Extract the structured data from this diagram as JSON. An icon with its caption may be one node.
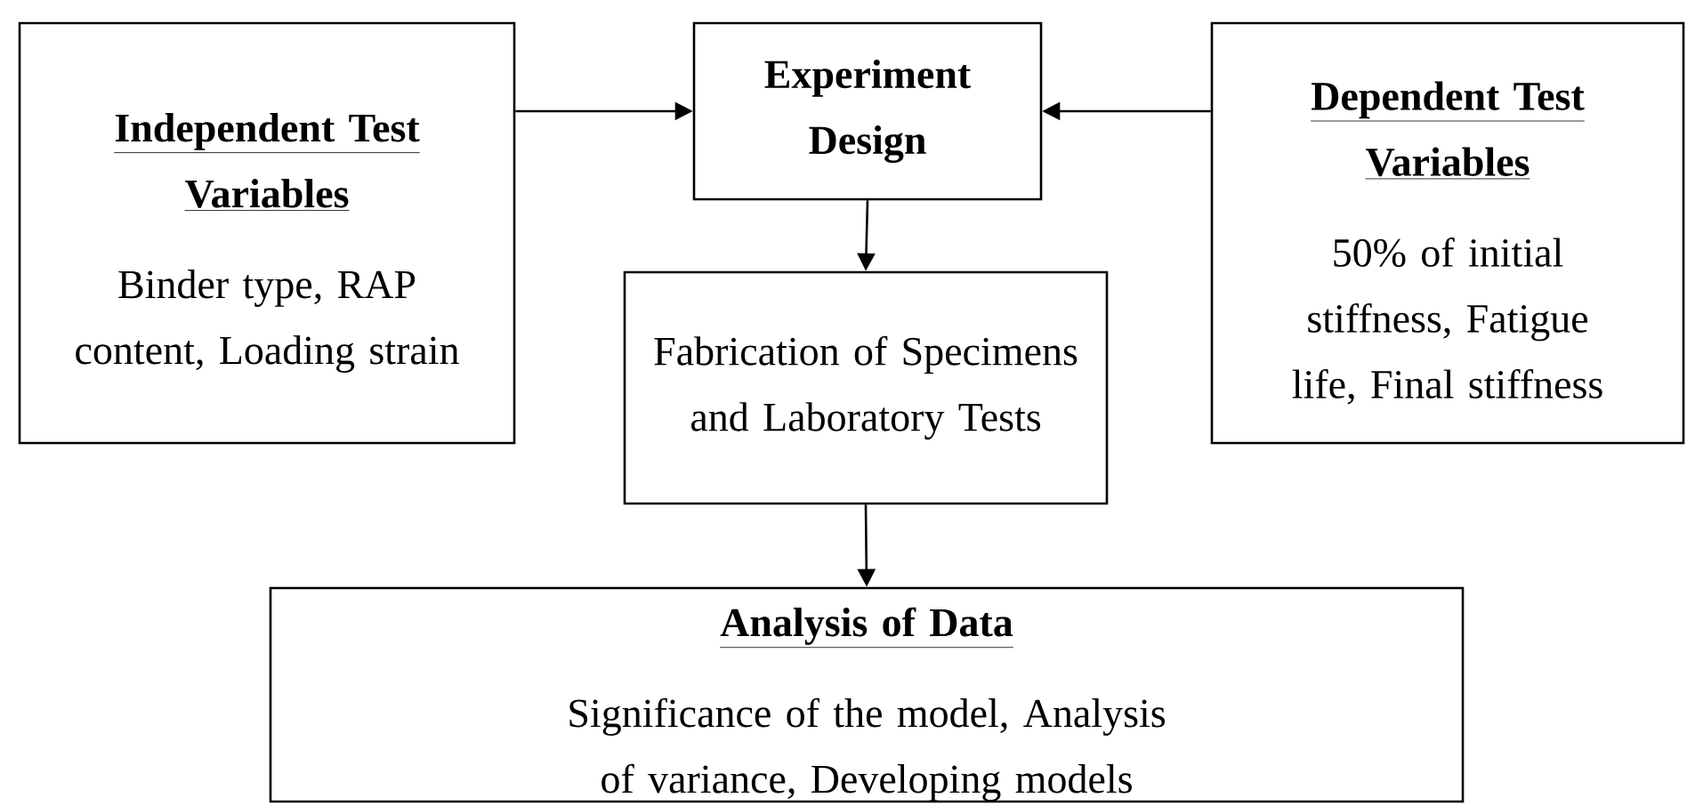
{
  "diagram": {
    "nodes": [
      {
        "text": [
          "Independent Test Variables",
          "Binder type, RAP content, Loading strain"
        ]
      },
      {
        "text": [
          "Experiment Design"
        ]
      },
      {
        "text": [
          "Dependent Test Variables",
          "50% of initial stiffness, Fatigue life, Final stiffness"
        ]
      },
      {
        "text": [
          "Fabrication of Specimens and Laboratory Tests"
        ]
      },
      {
        "text": [
          "Analysis of Data",
          "Significance of the model, Analysis of variance, Developing models"
        ]
      }
    ],
    "edges": [
      {
        "from": 0,
        "to": 1,
        "arrow": "to"
      },
      {
        "from": 2,
        "to": 1,
        "arrow": "to"
      },
      {
        "from": 1,
        "to": 3,
        "arrow": "to"
      },
      {
        "from": 3,
        "to": 4,
        "arrow": "to"
      }
    ]
  }
}
